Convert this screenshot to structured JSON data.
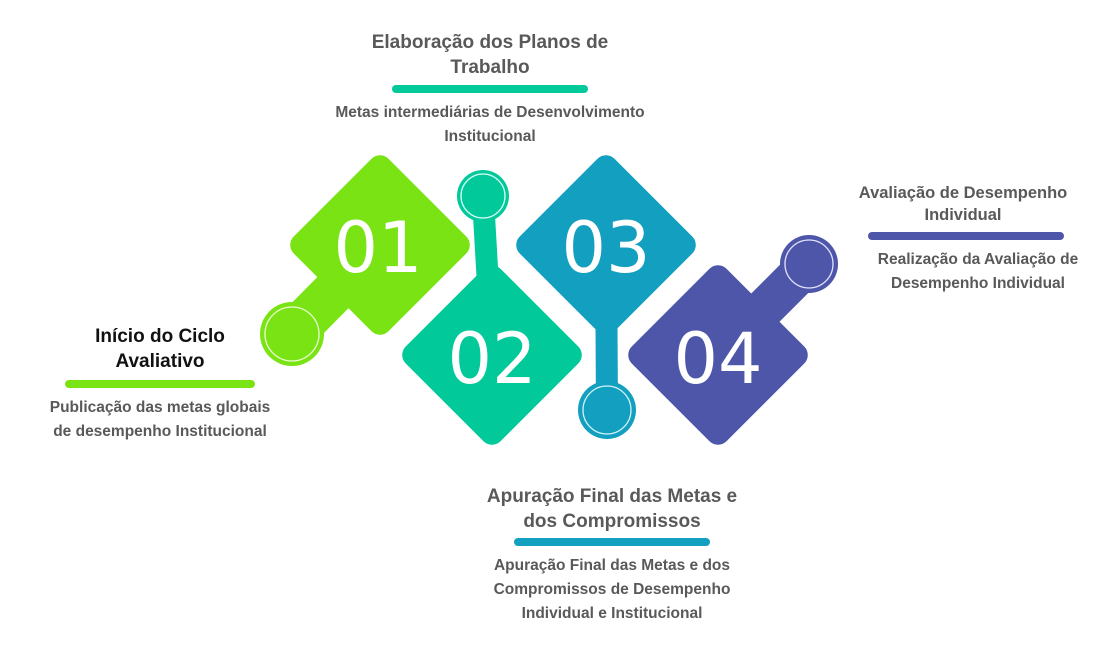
{
  "colors": {
    "step1": "#7ae314",
    "step2": "#02c99a",
    "step3": "#139fbf",
    "step4": "#4d56a8",
    "text": "#595959",
    "title_dark": "#111111"
  },
  "steps": [
    {
      "number": "01",
      "title": "Início do Ciclo Avaliativo",
      "title_lines": [
        "Início do Ciclo",
        "Avaliativo"
      ],
      "description_lines": [
        "Publicação das metas globais",
        "de desempenho Institucional"
      ],
      "color": "#7ae314"
    },
    {
      "number": "02",
      "title": "Elaboração dos Planos de Trabalho",
      "title_lines": [
        "Elaboração dos Planos de",
        "Trabalho"
      ],
      "description_lines": [
        "Metas intermediárias de Desenvolvimento",
        "Institucional"
      ],
      "color": "#02c99a"
    },
    {
      "number": "03",
      "title": "Apuração Final das Metas e dos Compromissos",
      "title_lines": [
        "Apuração Final das Metas e",
        "dos Compromissos"
      ],
      "description_lines": [
        "Apuração Final das Metas e dos",
        "Compromissos de Desempenho",
        "Individual e Institucional"
      ],
      "color": "#139fbf"
    },
    {
      "number": "04",
      "title": "Avaliação de Desempenho Individual",
      "title_lines": [
        "Avaliação de Desempenho",
        "Individual"
      ],
      "description_lines": [
        "Realização da Avaliação de",
        "Desempenho Individual"
      ],
      "color": "#4d56a8"
    }
  ]
}
